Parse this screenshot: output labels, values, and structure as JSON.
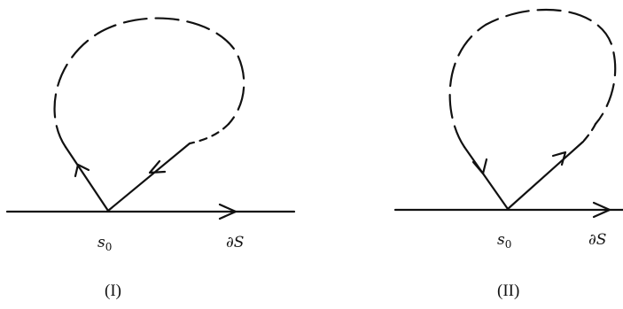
{
  "panels": [
    {
      "caption": "(I)",
      "point_label": "s",
      "point_subscript": "0",
      "boundary_label": "∂S"
    },
    {
      "caption": "(II)",
      "point_label": "s",
      "point_subscript": "0",
      "boundary_label": "∂S"
    }
  ]
}
